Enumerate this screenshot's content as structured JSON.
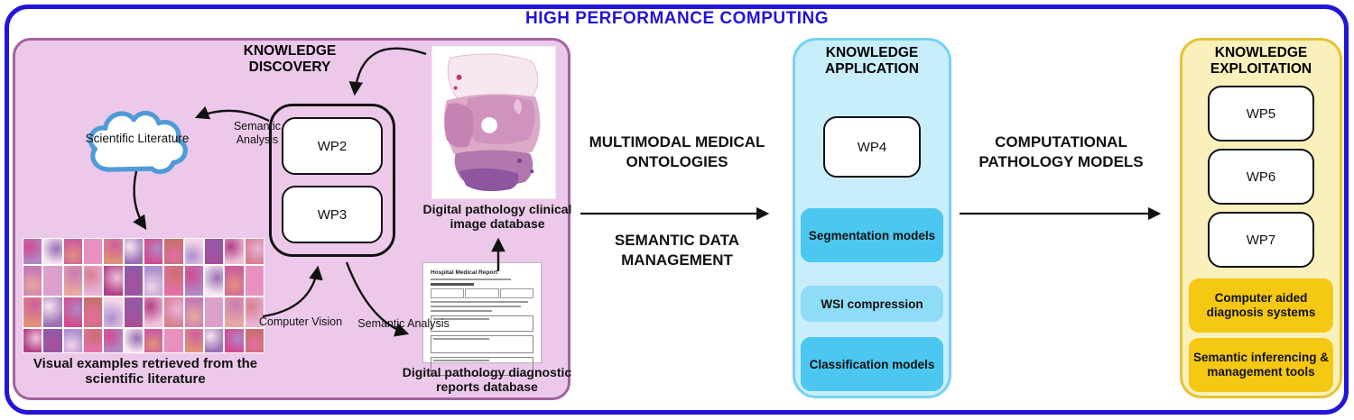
{
  "frame": {
    "title": "HIGH PERFORMANCE COMPUTING"
  },
  "colors": {
    "frame_blue": "#2214d8",
    "discovery_fill": "#ecc9ea",
    "discovery_border": "#a5639e",
    "application_fill": "#c9eefb",
    "application_border": "#74d3f0",
    "application_item_dark": "#4cc7f0",
    "application_item_light": "#8fdcf7",
    "exploitation_fill": "#faf0bc",
    "exploitation_border": "#e7c232",
    "exploitation_item_gold": "#f4c813",
    "cloud_border": "#4f9bd8",
    "arrow_black": "#111111"
  },
  "discovery": {
    "heading": "KNOWLEDGE DISCOVERY",
    "cloud_label": "Scientific Literature",
    "wp2_label": "WP2",
    "wp3_label": "WP3",
    "arrow_labels": {
      "semantic_analysis_top": "Semantic Analysis",
      "computer_vision": "Computer Vision",
      "semantic_analysis_bottom": "Semantic Analysis"
    },
    "clinical_db_caption": "Digital pathology clinical image database",
    "reports_db_caption": "Digital pathology diagnostic reports database",
    "collage_caption": "Visual examples retrieved from the scientific literature",
    "report_doc_title": "Hospital Medical Report",
    "collage_palette": [
      "#e7b3d8",
      "#c77bb4",
      "#a84f9b",
      "#d24a8e",
      "#e890c0",
      "#b087c5",
      "#8f5aa8",
      "#e8a7a0",
      "#d87f8f",
      "#f3d4e6",
      "#9b6fb5",
      "#cd5f9e",
      "#e46fa4",
      "#b13f86",
      "#dda0cc",
      "#f0c0d8",
      "#c96f6f",
      "#e0907c",
      "#f6e6f0",
      "#ad8fd0"
    ]
  },
  "flow_multimodal": {
    "top_label": "MULTIMODAL MEDICAL ONTOLOGIES",
    "bottom_label": "SEMANTIC DATA MANAGEMENT"
  },
  "flow_computational": {
    "label": "COMPUTATIONAL PATHOLOGY MODELS"
  },
  "application": {
    "heading": "KNOWLEDGE APPLICATION",
    "wp4_label": "WP4",
    "items": [
      "Segmentation models",
      "WSI compression",
      "Classification models"
    ]
  },
  "exploitation": {
    "heading": "KNOWLEDGE EXPLOITATION",
    "wp_boxes": [
      "WP5",
      "WP6",
      "WP7"
    ],
    "items": [
      "Computer aided diagnosis systems",
      "Semantic inferencing & management tools"
    ]
  }
}
